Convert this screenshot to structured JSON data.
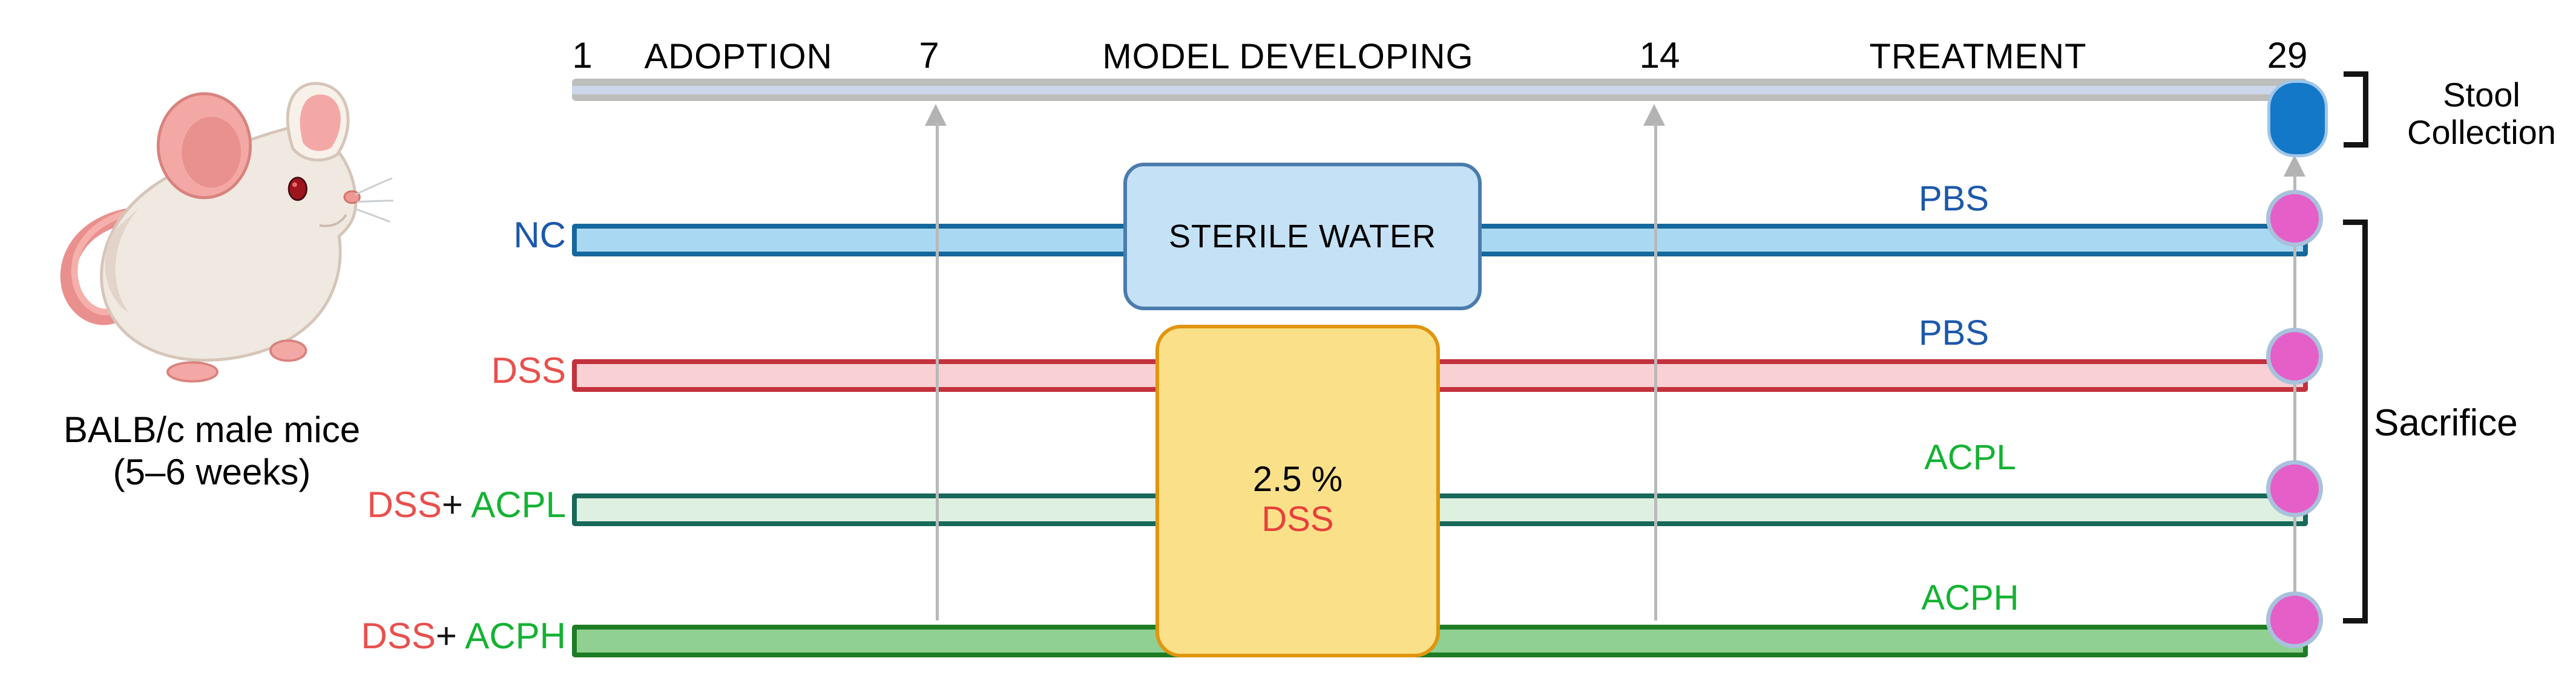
{
  "subject": {
    "line1": "BALB/c male mice",
    "line2": "(5–6 weeks)"
  },
  "timeline": {
    "days": [
      "1",
      "7",
      "14",
      "29"
    ],
    "phases": [
      "ADOPTION",
      "MODEL DEVELOPING",
      "TREATMENT"
    ]
  },
  "boxes": {
    "sterile_water": "STERILE WATER",
    "dss_concentration": "2.5 %",
    "dss_name": "DSS"
  },
  "groups": [
    {
      "label_parts": [
        {
          "text": "NC",
          "color": "blue"
        }
      ],
      "treatment": "PBS",
      "treatment_color": "blue"
    },
    {
      "label_parts": [
        {
          "text": "DSS",
          "color": "red"
        }
      ],
      "treatment": "PBS",
      "treatment_color": "blue"
    },
    {
      "label_parts": [
        {
          "text": "DSS",
          "color": "red"
        },
        {
          "text": "+",
          "color": "black"
        },
        {
          "text": " ACPL",
          "color": "green"
        }
      ],
      "treatment": "ACPL",
      "treatment_color": "green"
    },
    {
      "label_parts": [
        {
          "text": "DSS",
          "color": "red"
        },
        {
          "text": "+",
          "color": "black"
        },
        {
          "text": " ACPH",
          "color": "green"
        }
      ],
      "treatment": "ACPH",
      "treatment_color": "green"
    }
  ],
  "annotations": {
    "stool_line1": "Stool",
    "stool_line2": "Collection",
    "sacrifice": "Sacrifice"
  },
  "colors": {
    "timeline_bar": "#bdbdbb",
    "timeline_stripe": "#cdd7eb",
    "nc_line_fill": "#a9d9f2",
    "nc_line_border": "#16689c",
    "dss_line_fill": "#f9d0d3",
    "dss_line_border": "#c2323e",
    "acpl_line_fill": "#def0e0",
    "acpl_line_border": "#17695a",
    "acph_line_fill": "#90d092",
    "acph_line_border": "#1e7d24",
    "blue_label": "#1c58ab",
    "red_label": "#e8504d",
    "green_label": "#14b233",
    "water_box_fill": "#c4e1f6",
    "water_box_border": "#4a7cac",
    "dss_box_fill": "#fae189",
    "dss_box_border": "#e1950f",
    "stool_marker_fill": "#1478c8",
    "stool_marker_border": "#9fc6e8",
    "sacrifice_marker_fill": "#e55fc9",
    "sacrifice_marker_border": "#a9c1dd",
    "arrow_gray": "#b3b3b3",
    "bracket_black": "#141414"
  }
}
